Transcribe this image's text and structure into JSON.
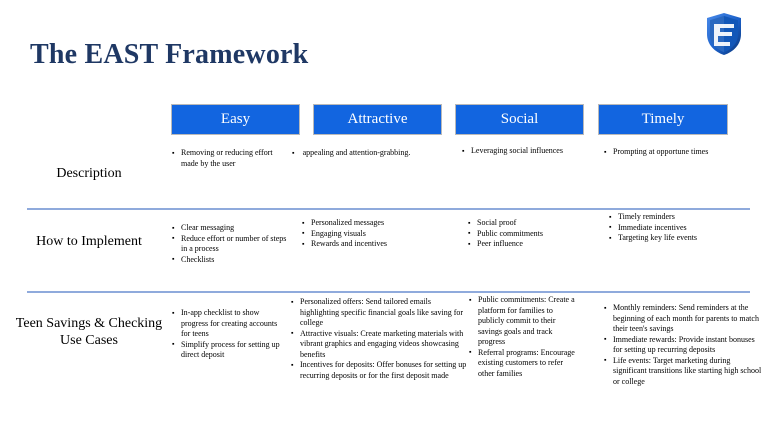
{
  "slide": {
    "title": "The EAST Framework",
    "title_color": "#1F3864",
    "header_box_color": "#1265E0",
    "divider_color": "#8FAADC",
    "logo": {
      "name": "standard-bank-shield-logo",
      "colors": [
        "#1F5FD0",
        "#0A3B91",
        "#FFFFFF"
      ]
    }
  },
  "columns": [
    {
      "label": "Easy"
    },
    {
      "label": "Attractive"
    },
    {
      "label": "Social"
    },
    {
      "label": "Timely"
    }
  ],
  "rows": [
    {
      "label": "Description",
      "cells": [
        {
          "align": "left",
          "bullets": [
            "Removing or reducing effort made by the user"
          ]
        },
        {
          "align": "center",
          "bullets": [
            "appealing and attention-grabbing."
          ]
        },
        {
          "align": "left",
          "bullets": [
            "Leveraging social influences"
          ]
        },
        {
          "align": "left",
          "bullets": [
            "Prompting at opportune times"
          ]
        }
      ]
    },
    {
      "label": "How to Implement",
      "cells": [
        {
          "align": "left",
          "bullets": [
            "Clear messaging",
            "Reduce effort or number of steps in a process",
            "Checklists"
          ]
        },
        {
          "align": "left",
          "bullets": [
            "Personalized messages",
            "Engaging visuals",
            "Rewards and incentives"
          ]
        },
        {
          "align": "left",
          "bullets": [
            "Social proof",
            "Public commitments",
            "Peer influence"
          ]
        },
        {
          "align": "left",
          "bullets": [
            "Timely reminders",
            "Immediate incentives",
            "Targeting key life events"
          ]
        }
      ]
    },
    {
      "label": "Teen Savings & Checking Use Cases",
      "cells": [
        {
          "align": "left",
          "bullets": [
            "In-app checklist to show progress for creating accounts for teens",
            "Simplify process for setting up direct deposit"
          ]
        },
        {
          "align": "left",
          "bullets": [
            "Personalized offers: Send tailored emails highlighting specific financial goals like saving for college",
            "Attractive visuals: Create marketing materials with vibrant graphics and engaging videos showcasing benefits",
            " Incentives for deposits: Offer bonuses for setting up recurring deposits or for the first deposit made"
          ]
        },
        {
          "align": "left",
          "bullets": [
            "Public commitments: Create a platform for families to publicly commit to their savings goals and track progress",
            "Referral programs: Encourage existing customers to refer other families"
          ]
        },
        {
          "align": "left",
          "bullets": [
            "Monthly reminders: Send reminders at the beginning of each month for parents to match their teen's savings",
            "Immediate rewards: Provide instant bonuses for setting up recurring deposits",
            "Life events: Target marketing during significant transitions like starting high school or college"
          ]
        }
      ]
    }
  ]
}
